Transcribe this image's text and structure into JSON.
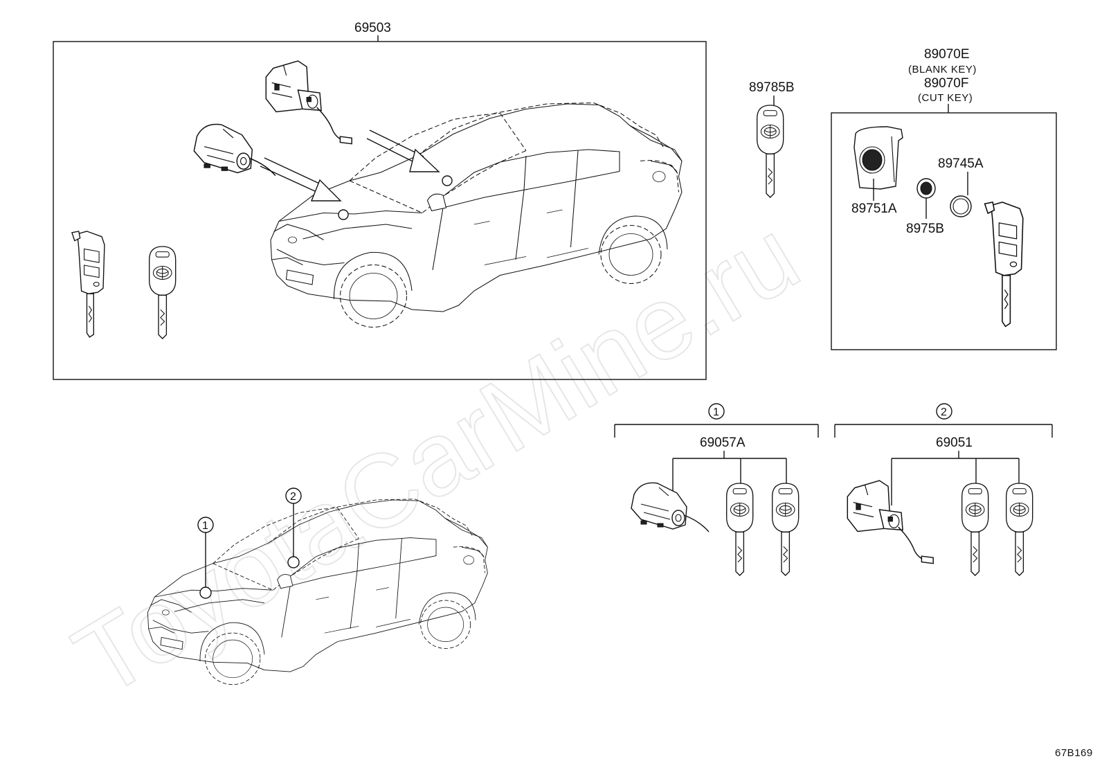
{
  "watermark": "ToyotaCarMine.ru",
  "diagram_code": "67B169",
  "parts": {
    "p69503": "69503",
    "p89785B": "89785B",
    "p89070E": "89070E",
    "blank_key": "(BLANK KEY)",
    "p89070F": "89070F",
    "cut_key": "(CUT KEY)",
    "p89751A": "89751A",
    "p89745A": "89745A",
    "p8975B": "8975B",
    "p69057A": "69057A",
    "p69051": "69051"
  },
  "callouts": {
    "one": "1",
    "two": "2"
  }
}
